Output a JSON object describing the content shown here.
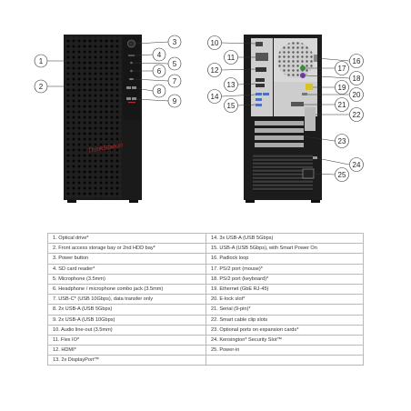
{
  "front_view": {
    "brand": "ThinkStation",
    "callouts": [
      "1",
      "2",
      "3",
      "4",
      "5",
      "6",
      "7",
      "8",
      "9"
    ]
  },
  "rear_view": {
    "callouts": [
      "10",
      "11",
      "12",
      "13",
      "14",
      "15",
      "16",
      "17",
      "18",
      "19",
      "20",
      "21",
      "22",
      "23",
      "24",
      "25"
    ]
  },
  "legend": {
    "left": [
      "1. Optical drive*",
      "2. Front access storage bay or 2nd HDD bay*",
      "3. Power button",
      "4. SD card reader*",
      "5. Microphone (3.5mm)",
      "6. Headphone / microphone combo jack (3.5mm)",
      "7. USB-C* (USB 10Gbps), data transfer only",
      "8. 2x USB-A (USB 5Gbps)",
      "9. 2x USB-A (USB 10Gbps)",
      "10. Audio line-out (3.5mm)",
      "11. Flex IO*",
      "12. HDMI*",
      "13. 2x DisplayPort™"
    ],
    "right": [
      "14. 3x USB-A (USB 5Gbps)",
      "15. USB-A (USB 5Gbps), with Smart Power On",
      "16. Padlock loop",
      "17. PS/2 port (mouse)*",
      "18. PS/2 port (keyboard)*",
      "19. Ethernet (GbE RJ-45)",
      "20. E-lock slot*",
      "21. Serial (9-pin)*",
      "22. Smart cable clip slots",
      "23. Optional ports on expansion cards*",
      "24. Kensington* Security Slot™",
      "25. Power-in",
      ""
    ]
  }
}
